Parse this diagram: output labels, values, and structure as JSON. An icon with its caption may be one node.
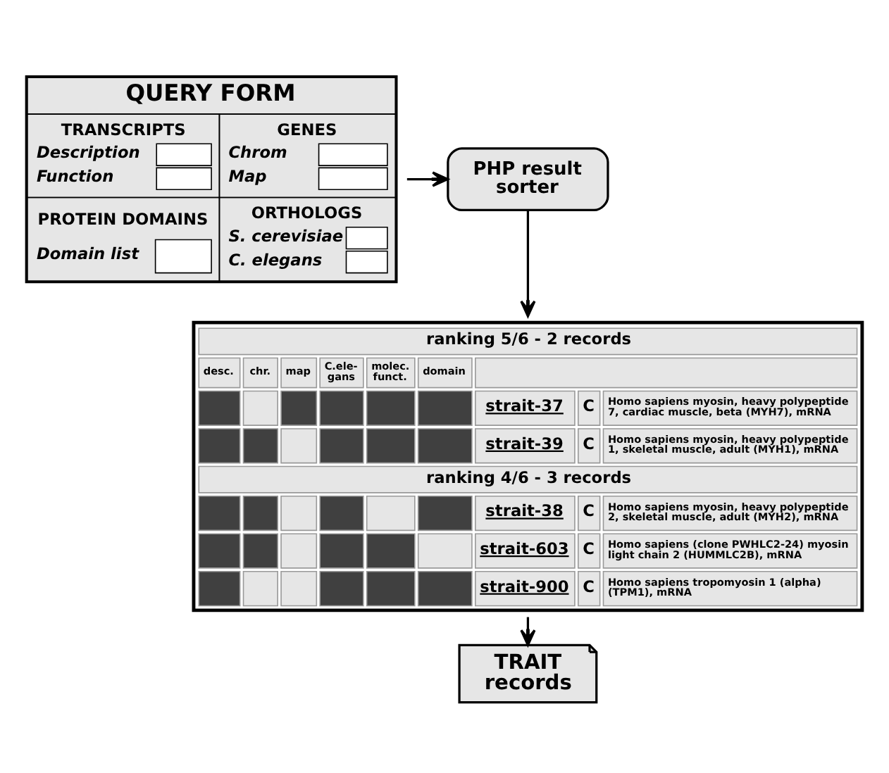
{
  "diagram": {
    "nodes": [
      {
        "text": [
          "QUERY FORM",
          "TRANSCRIPTS",
          "Description",
          "Function",
          "GENES",
          "Chrom",
          "Map",
          "PROTEIN DOMAINS",
          "Domain list",
          "ORTHOLOGS",
          "S. cerevisiae",
          "C. elegans"
        ]
      },
      {
        "text": [
          "PHP result sorter"
        ]
      },
      {
        "text": [
          "ranking 5/6 - 2 records",
          "desc.",
          "chr.",
          "map",
          "C.ele- gans",
          "molec. funct.",
          "domain",
          "strait-37",
          "C",
          "Homo sapiens myosin, heavy polypeptide 7, cardiac muscle, beta (MYH7), mRNA",
          "strait-39",
          "C",
          "Homo sapiens myosin, heavy polypeptide 1, skeletal muscle, adult (MYH1), mRNA",
          "ranking 4/6 - 3 records",
          "strait-38",
          "C",
          "Homo sapiens myosin, heavy polypeptide 2, skeletal muscle, adult (MYH2), mRNA",
          "strait-603",
          "C",
          "Homo sapiens (clone PWHLC2-24) myosin light chain 2 (HUMMLC2B), mRNA",
          "strait-900",
          "C",
          "Homo sapiens tropomyosin 1 (alpha) (TPM1), mRNA"
        ]
      },
      {
        "text": [
          "TRAIT records"
        ]
      }
    ],
    "edges": [
      {
        "from": 0,
        "to": 1,
        "arrow": "to"
      },
      {
        "from": 1,
        "to": 2,
        "arrow": "to"
      },
      {
        "from": 2,
        "to": 3,
        "arrow": "to"
      }
    ]
  }
}
